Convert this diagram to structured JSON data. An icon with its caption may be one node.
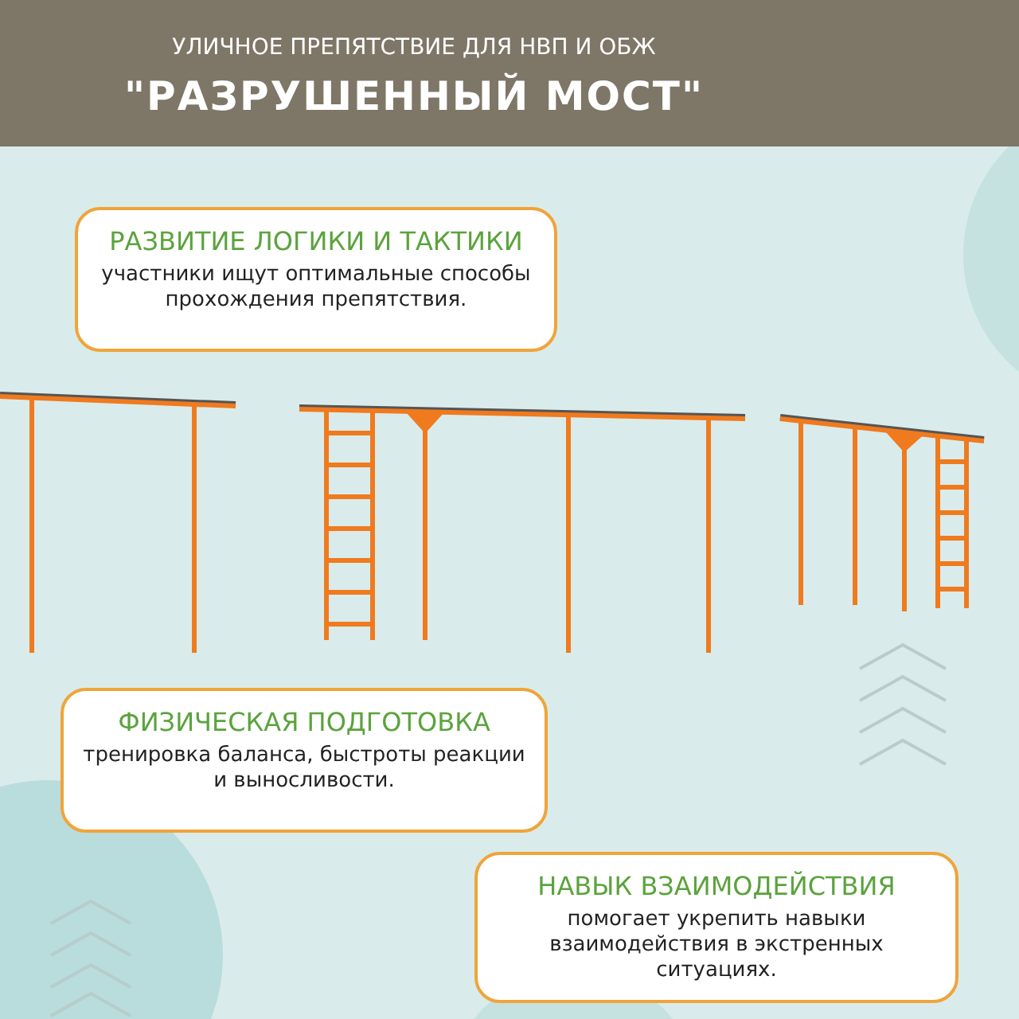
{
  "diagram": {
    "title": "\"РАЗРУШЕННЫЙ МОСТ\"",
    "nodes": [
      {
        "text": [
          "РАЗВИТИЕ ЛОГИКИ И ТАКТИКИ",
          "участники ищут оптимальные способы прохождения препятствия."
        ]
      },
      {
        "text": [
          "ФИЗИЧЕСКАЯ ПОДГОТОВКА",
          "тренировка баланса, быстроты реакции и выносливости."
        ]
      },
      {
        "text": [
          "НАВЫК ВЗАИМОДЕЙСТВИЯ",
          "помогает укрепить навыки взаимодействия в экстренных ситуациях."
        ]
      }
    ],
    "labels": [
      "УЛИЧНОЕ ПРЕПЯТСТВИЕ ДЛЯ НВП И ОБЖ"
    ]
  }
}
